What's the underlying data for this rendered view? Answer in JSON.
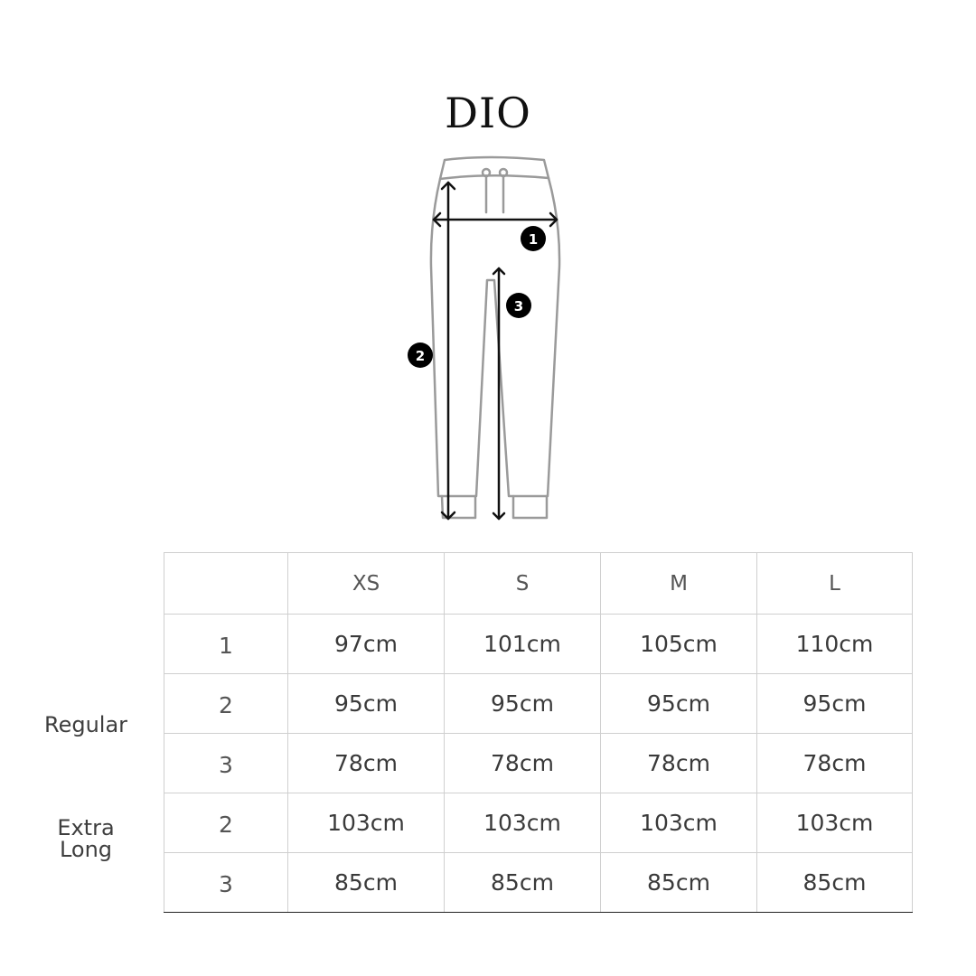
{
  "title": "DIO",
  "diagram": {
    "markers": [
      "1",
      "2",
      "3"
    ]
  },
  "table": {
    "header": [
      "",
      "XS",
      "S",
      "M",
      "L"
    ],
    "groups": [
      {
        "label": "Regular",
        "rows": [
          {
            "key": "1",
            "values": [
              "97cm",
              "101cm",
              "105cm",
              "110cm"
            ]
          },
          {
            "key": "2",
            "values": [
              "95cm",
              "95cm",
              "95cm",
              "95cm"
            ]
          },
          {
            "key": "3",
            "values": [
              "78cm",
              "78cm",
              "78cm",
              "78cm"
            ]
          }
        ]
      },
      {
        "label_lines": [
          "Extra",
          "Long"
        ],
        "rows": [
          {
            "key": "2",
            "values": [
              "103cm",
              "103cm",
              "103cm",
              "103cm"
            ]
          },
          {
            "key": "3",
            "values": [
              "85cm",
              "85cm",
              "85cm",
              "85cm"
            ]
          }
        ]
      }
    ]
  },
  "colors": {
    "outline": "#9a9a9a",
    "arrow": "#111111",
    "marker_bg": "#000000",
    "marker_text": "#ffffff",
    "grid": "#cfcfcf",
    "group_rule": "#222222"
  }
}
